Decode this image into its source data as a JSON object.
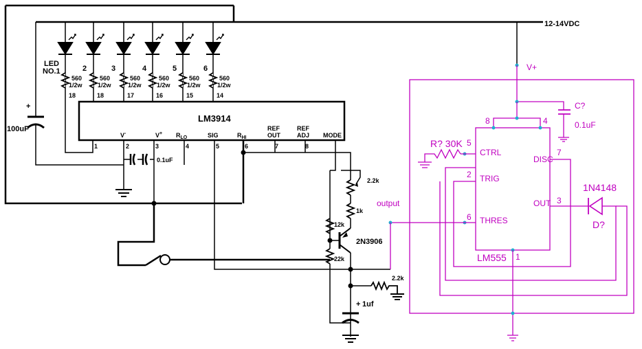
{
  "supply_label": "12-14VDC",
  "lm3914": {
    "name": "LM3914",
    "pins": {
      "p1": "1",
      "p2": "2",
      "p3": "3",
      "p4": "4",
      "p5": "5",
      "p6": "6",
      "p7": "7",
      "p8": "8",
      "p14": "14",
      "p15": "15",
      "p16": "16",
      "p17": "17",
      "p18": "18"
    },
    "pin_names": {
      "vminus": "V",
      "vminus_sup": "-",
      "vplus": "V",
      "vplus_sup": "+",
      "rlo": "R",
      "rlo_sub": "LO",
      "sig": "SIG",
      "rhi": "R",
      "rhi_sub": "HI",
      "ref_out_1": "REF",
      "ref_out_2": "OUT",
      "ref_adj_1": "REF",
      "ref_adj_2": "ADJ",
      "mode": "MODE"
    }
  },
  "leds": {
    "led_label_1": "LED",
    "led_label_2": "NO.1",
    "numbers": [
      "2",
      "3",
      "4",
      "5",
      "6"
    ]
  },
  "resistors": {
    "led_value": "560",
    "led_power": "1/2w",
    "r_2k2_top": "2.2k",
    "r_1k": "1k",
    "r_12k": "12k",
    "r_22k": "22k",
    "r_2k2_bottom": "2.2k"
  },
  "capacitors": {
    "c_100uf": "100uF",
    "c_plus": "+",
    "c_01uf": "0.1uF",
    "c_1uf": "1uf",
    "c_1uf_plus": "+"
  },
  "transistor": "2N3906",
  "lm555": {
    "name": "LM555",
    "vplus": "V+",
    "output_label": "output",
    "cap_label": "C?",
    "cap_value": "0.1uF",
    "res_label": "R? 30K",
    "diode_label": "1N4148",
    "diode_ref": "D?",
    "pin_ctrl": "CTRL",
    "pin_ctrl_num": "5",
    "pin_trig": "TRIG",
    "pin_trig_num": "2",
    "pin_thres": "THRES",
    "pin_thres_num": "6",
    "pin_disc": "DISC",
    "pin_disc_num": "7",
    "pin_out": "OUT",
    "pin_out_num": "3",
    "pin_8": "8",
    "pin_4": "4",
    "pin_1": "1"
  }
}
